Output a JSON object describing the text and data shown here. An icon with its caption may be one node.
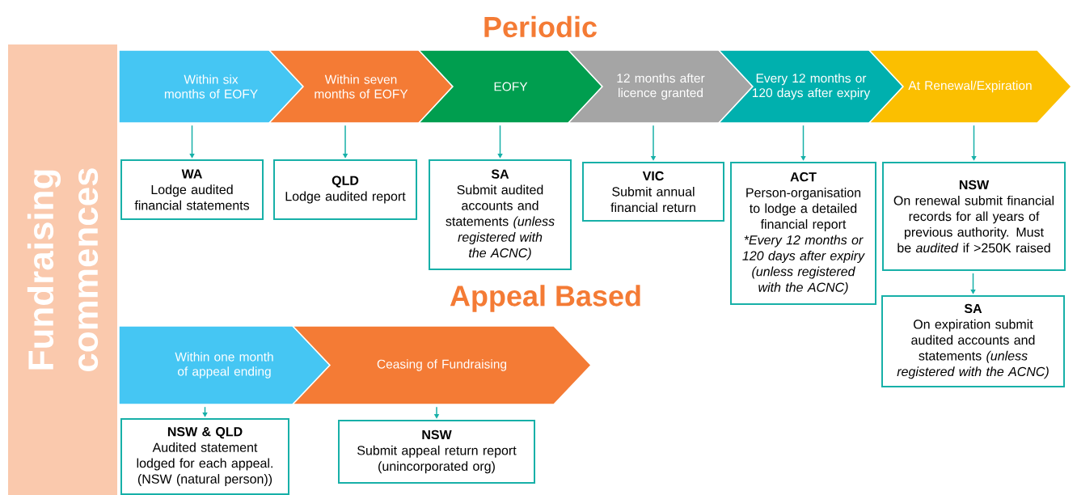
{
  "diagram": {
    "nodes": [
      {
        "text": [
          "Fundraising commences"
        ]
      },
      {
        "text": [
          "Within six months of EOFY"
        ]
      },
      {
        "text": [
          "Within seven months of EOFY"
        ]
      },
      {
        "text": [
          "EOFY"
        ]
      },
      {
        "text": [
          "12 months after licence granted"
        ]
      },
      {
        "text": [
          "Every 12 months or 120 days after expiry"
        ]
      },
      {
        "text": [
          "At Renewal/Expiration"
        ]
      },
      {
        "text": [
          "WA",
          "Lodge audited financial statements"
        ]
      },
      {
        "text": [
          "QLD",
          "Lodge audited report"
        ]
      },
      {
        "text": [
          "SA",
          "Submit audited accounts and statements *(unless registered with the ACNC)*"
        ]
      },
      {
        "text": [
          "VIC",
          "Submit annual financial return"
        ]
      },
      {
        "text": [
          "ACT",
          "Person-organisation to lodge a detailed financial report",
          "*Every 12 months or 120 days after expiry (unless registered with the ACNC)"
        ]
      },
      {
        "text": [
          "NSW",
          "On renewal submit financial records for all years of previous authority. Must be *audited* if >250K raised"
        ]
      },
      {
        "text": [
          "SA",
          "On expiration submit audited accounts and statements *(unless registered with the ACNC)*"
        ]
      },
      {
        "text": [
          "Within one month of appeal ending"
        ]
      },
      {
        "text": [
          "Ceasing of Fundraising"
        ]
      },
      {
        "text": [
          "NSW & QLD",
          "Audited statement lodged for each appeal. (NSW (natural person))"
        ]
      },
      {
        "text": [
          "NSW",
          "Submit appeal return report (unincorporated org)"
        ]
      }
    ],
    "edges": [
      {
        "from": 1,
        "to": 7,
        "arrow": "to"
      },
      {
        "from": 2,
        "to": 8,
        "arrow": "to"
      },
      {
        "from": 3,
        "to": 9,
        "arrow": "to"
      },
      {
        "from": 4,
        "to": 10,
        "arrow": "to"
      },
      {
        "from": 5,
        "to": 11,
        "arrow": "to"
      },
      {
        "from": 6,
        "to": 12,
        "arrow": "to"
      },
      {
        "from": 12,
        "to": 13,
        "arrow": "to"
      },
      {
        "from": 14,
        "to": 16,
        "arrow": "to"
      },
      {
        "from": 15,
        "to": 17,
        "arrow": "to"
      }
    ],
    "labels": [
      "Periodic",
      "Appeal Based"
    ]
  }
}
